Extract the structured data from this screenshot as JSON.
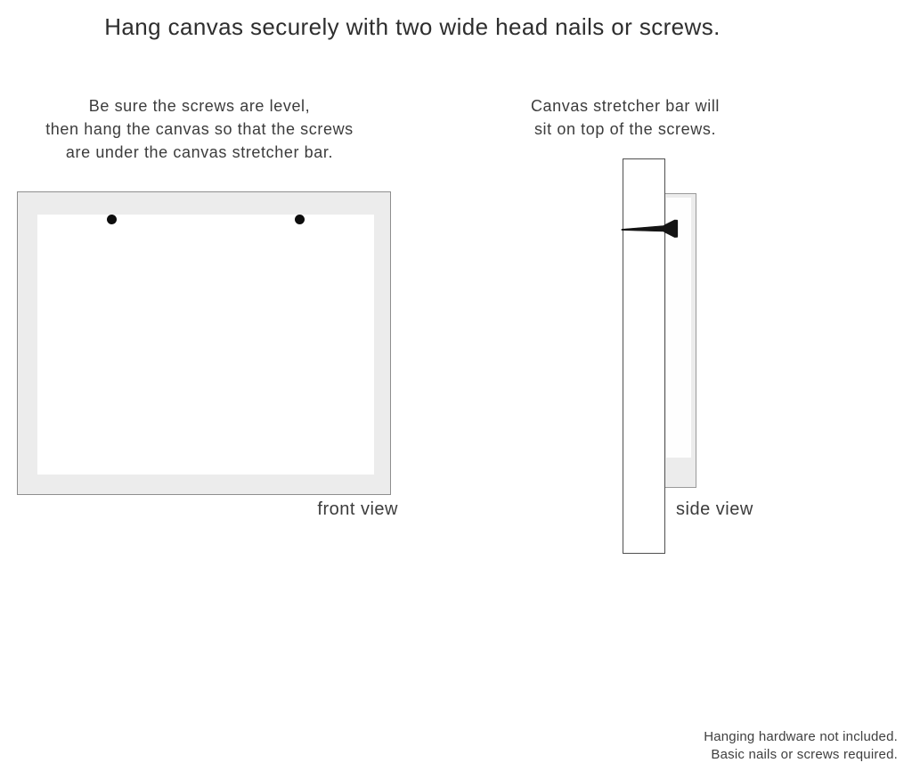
{
  "title": "Hang canvas securely with two wide head nails or screws.",
  "instructions": {
    "front": "Be sure the screws are level,\nthen hang the canvas so that the screws\nare under the canvas stretcher bar.",
    "side": "Canvas stretcher bar will\nsit on top of the screws."
  },
  "diagrams": {
    "front": {
      "label": "front view",
      "screw_positions": [
        "top-left",
        "top-right"
      ]
    },
    "side": {
      "label": "side view",
      "parts": [
        "wall strip",
        "nail with wide head",
        "canvas edge"
      ]
    }
  },
  "footer": "Hanging hardware not included.\nBasic nails or screws required.",
  "colors": {
    "canvas_gray": "#ececec",
    "edge_gray": "#8e8e8e",
    "wall_border": "#4f4f4f",
    "nail_black": "#0d0d0d"
  }
}
